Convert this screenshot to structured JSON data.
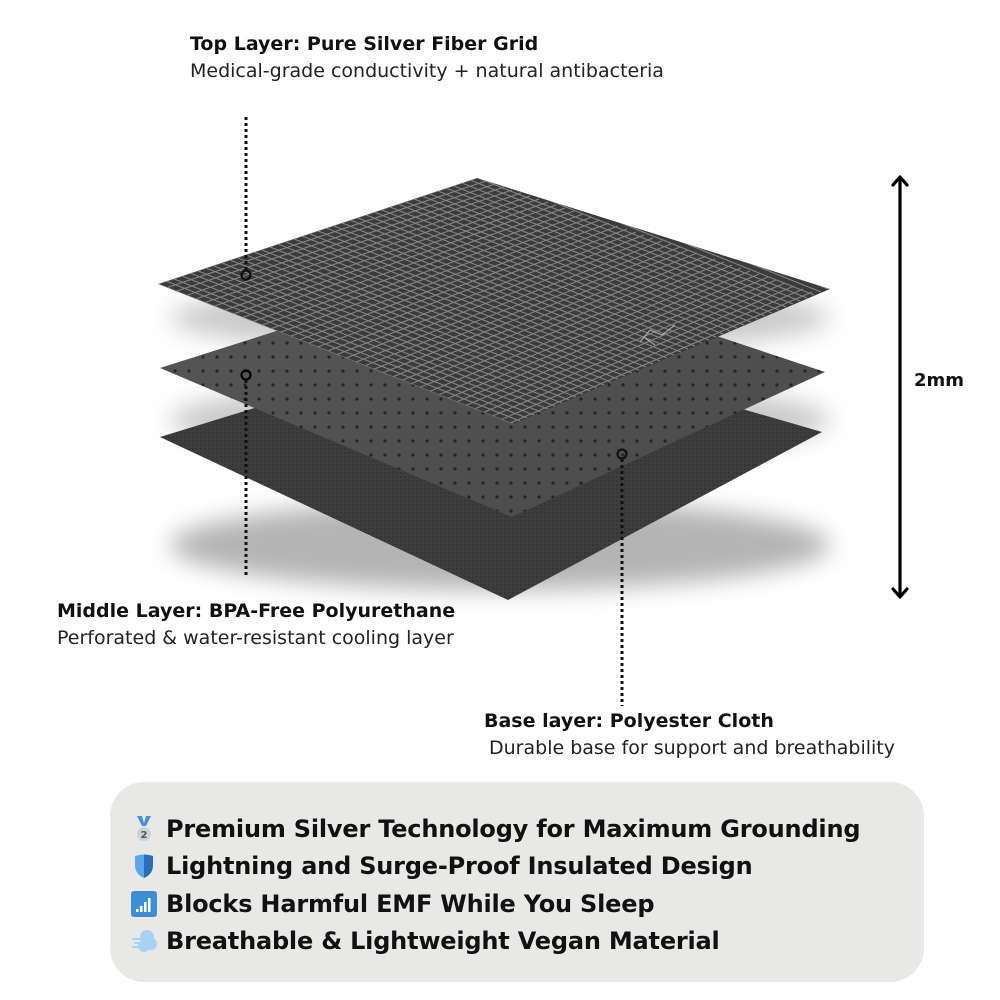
{
  "layers": {
    "top": {
      "title": "Top Layer: Pure Silver Fiber Grid",
      "description": "Medical-grade conductivity + natural antibacteria"
    },
    "middle": {
      "title": "Middle Layer: BPA-Free Polyurethane",
      "description": "Perforated & water-resistant cooling layer"
    },
    "base": {
      "title": "Base layer: Polyester Cloth",
      "description": "Durable base for support and breathability"
    }
  },
  "dimension": {
    "label": "2mm"
  },
  "features": [
    {
      "icon": "second-place-medal-icon",
      "text": "Premium Silver Technology for Maximum Grounding"
    },
    {
      "icon": "shield-icon",
      "text": "Lightning and Surge-Proof Insulated Design"
    },
    {
      "icon": "signal-bars-icon",
      "text": "Blocks Harmful EMF While You Sleep"
    },
    {
      "icon": "wind-puff-icon",
      "text": "Breathable & Lightweight Vegan Material"
    }
  ],
  "colors": {
    "layer_dark": "#3a3a3a",
    "layer_mid": "#555555",
    "grid_line": "#9a9a9a",
    "panel_bg": "#e8e8e7",
    "icon_blue": "#3b8fd6"
  }
}
